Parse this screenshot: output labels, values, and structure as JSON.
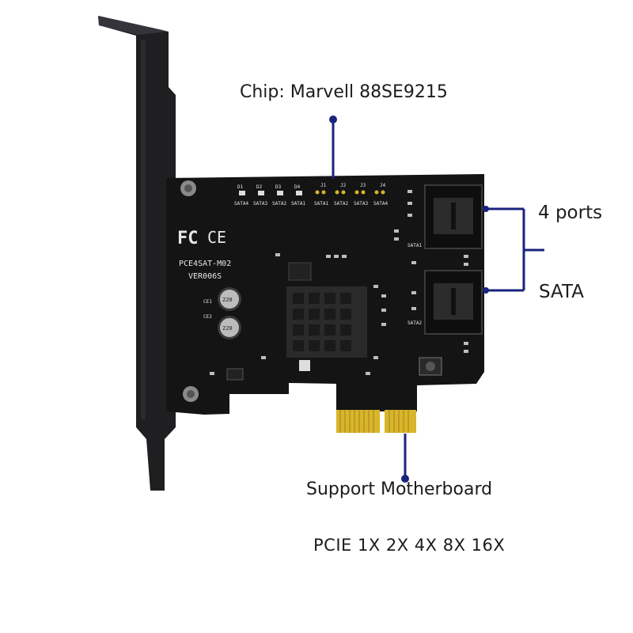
{
  "callouts": {
    "chip": "Chip: Marvell 88SE9215",
    "ports": "4 ports",
    "sata": "SATA",
    "support": "Support Motherboard",
    "pcie": "PCIE 1X 2X 4X 8X 16X"
  },
  "board": {
    "model": "PCE4SAT-M02",
    "version": "VER006S",
    "cert_fc": "FC",
    "cert_ce": "CE",
    "led_labels": [
      "SATA4",
      "SATA3",
      "SATA2",
      "SATA1"
    ],
    "led_ids": [
      "D1",
      "D2",
      "D3",
      "D4"
    ],
    "jumper_labels": [
      "SATA1",
      "SATA2",
      "SATA3",
      "SATA4"
    ],
    "jumper_ids": [
      "J1",
      "J2",
      "J3",
      "J4"
    ],
    "connector_labels": [
      "SATA1",
      "SATA2"
    ],
    "cap_labels": [
      "220",
      "220"
    ],
    "cap_ids": [
      "CE1",
      "CE2"
    ]
  },
  "colors": {
    "pcb": "#141414",
    "bracket": "#1f1f22",
    "callout_line": "#1a237e",
    "gold_fingers": "#d8b52a",
    "heatsink": "#2a2a2a"
  }
}
